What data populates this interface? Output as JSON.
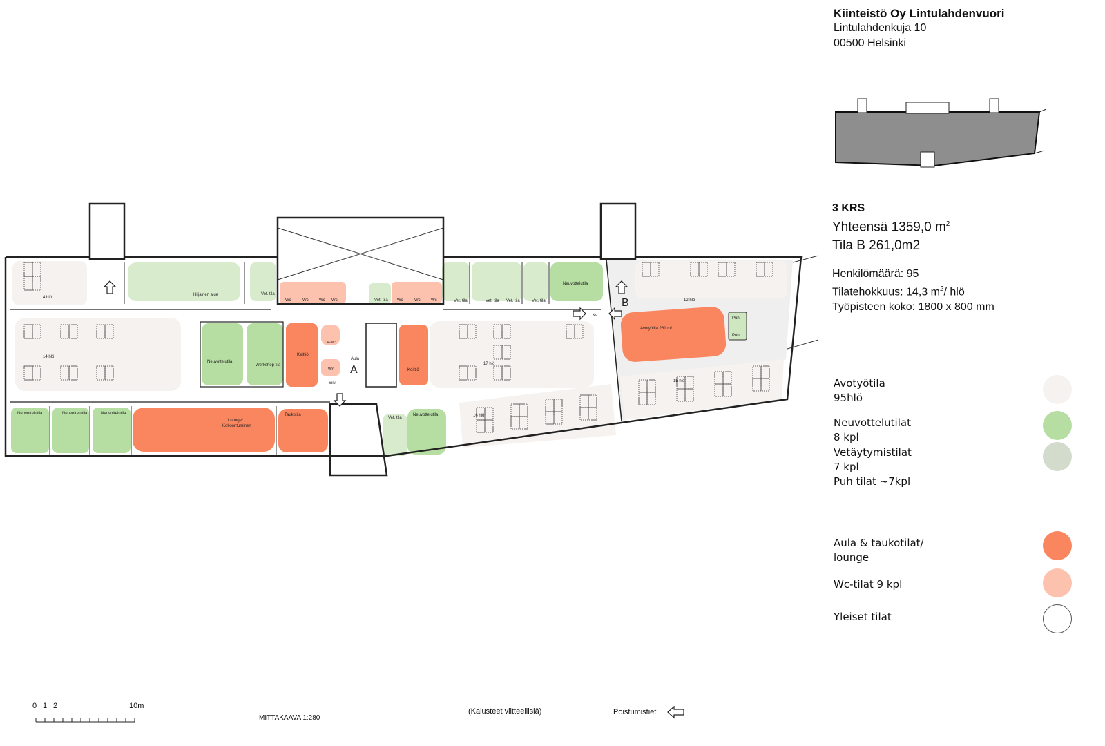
{
  "header": {
    "company": "Kiinteistö Oy Lintulahdenvuori",
    "street": "Lintulahdenkuja 10",
    "city": "00500 Helsinki"
  },
  "floor": {
    "name": "3 KRS",
    "total_label": "Yhteensä 1359,0 m",
    "total_sup": "2",
    "space_b": "Tila B 261,0m2"
  },
  "stats": {
    "people": "Henkilömäärä: 95",
    "efficiency_pre": "Tilatehokkuus:  14,3 m",
    "efficiency_sup": "2",
    "efficiency_post": "/ hlö",
    "desk_size": "Työpisteen koko: 1800 x 800 mm"
  },
  "legend": [
    {
      "lines": [
        "Avotyötila",
        "95hlö"
      ],
      "color": "#f6f2ef"
    },
    {
      "lines": [
        "Neuvottelutilat",
        "8 kpl"
      ],
      "color": "#b6dea3"
    },
    {
      "lines": [
        "Vetäytymistilat",
        "7 kpl",
        "Puh tilat ~7kpl"
      ],
      "color": "#d3dccc"
    },
    {
      "lines": [
        "Aula & taukotilat/",
        "lounge"
      ],
      "color": "#fa8660"
    },
    {
      "lines": [
        "Wc-tilat 9 kpl"
      ],
      "color": "#fcc2ae"
    },
    {
      "lines": [
        "Yleiset tilat"
      ],
      "color": "#ffffff"
    }
  ],
  "plan_labels": {
    "p4": "4 hlö",
    "quiet": "Hiljainen alue",
    "vet": "Vet. tila",
    "wc": "Wc",
    "p14": "14 hlö",
    "meeting": "Neuvottelutila",
    "workshop": "Workshop tila",
    "kitchen": "Keittiö",
    "lewc": "Le-wc",
    "siiv": "Siiv.",
    "aula": "Aula",
    "a": "A",
    "b": "B",
    "lounge1": "Lounge/",
    "lounge2": "Kokoontuminen",
    "break": "Taukotila",
    "p17": "17 hlö",
    "p16": "16 hlö",
    "p12": "12 hlö",
    "p15": "15 hlö",
    "open261": "Avotyötila 261 m²",
    "puh": "Puh.",
    "kv": "Kv"
  },
  "footer": {
    "scale_ticks": [
      "0",
      "1",
      "2",
      "10m"
    ],
    "scale": "MITTAKAAVA 1:280",
    "note": "(Kalusteet viitteellisiä)",
    "exits": "Poistumistiet"
  }
}
